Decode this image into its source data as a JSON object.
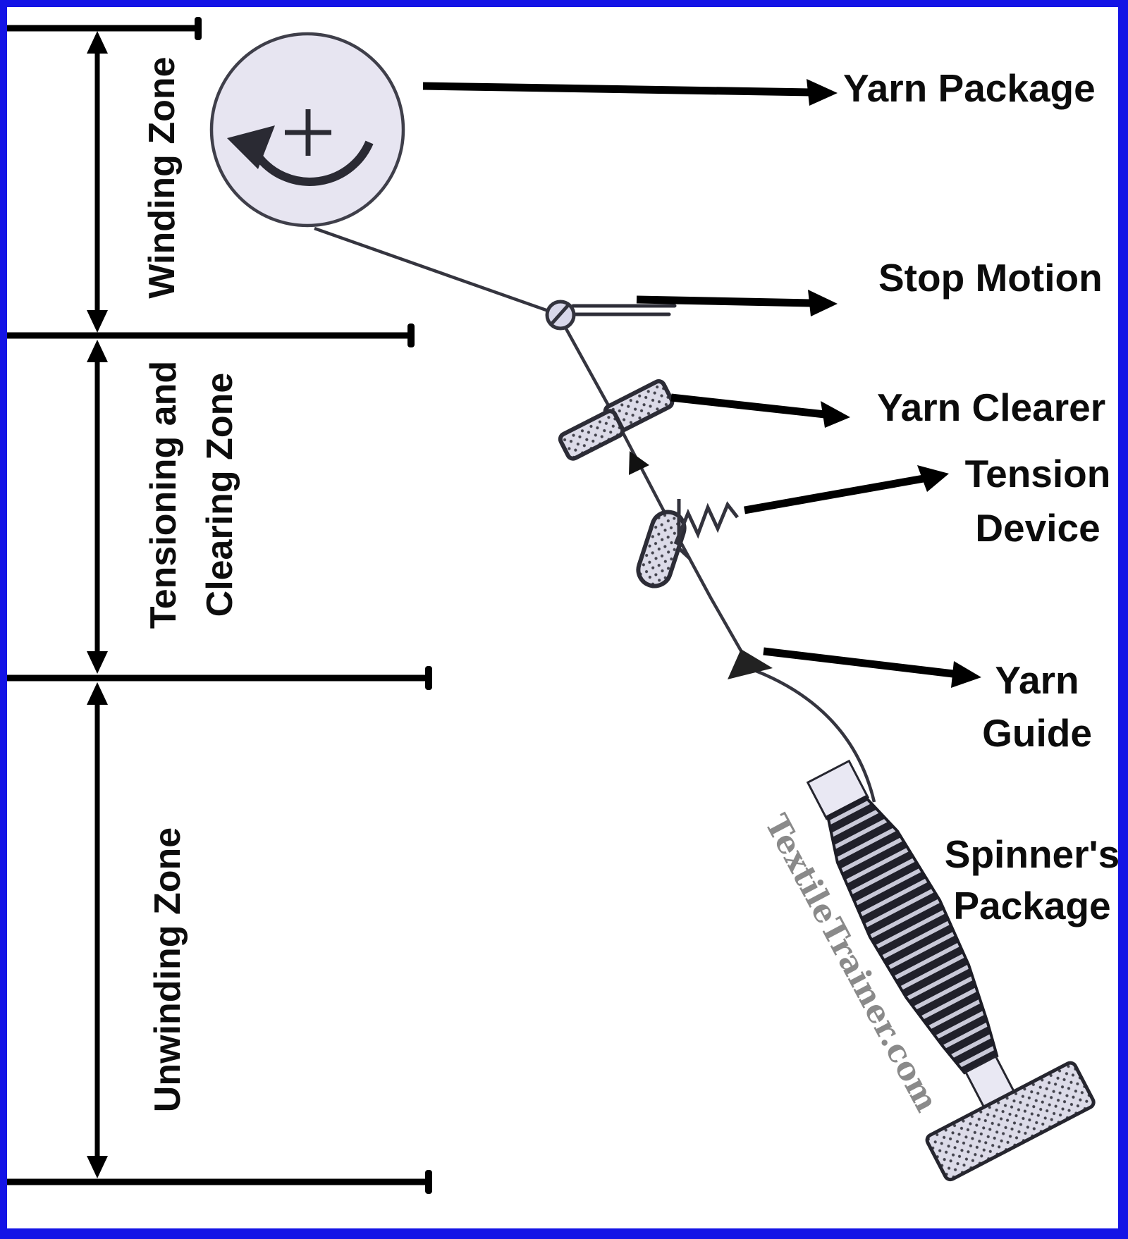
{
  "page": {
    "background": "#ffffff",
    "border_color": "#1414e6"
  },
  "zones": {
    "winding": {
      "label": "Winding Zone"
    },
    "tensioning": {
      "line1": "Tensioning and",
      "line2": "Clearing Zone"
    },
    "unwinding": {
      "label": "Unwinding Zone"
    }
  },
  "components": {
    "yarn_package": "Yarn Package",
    "stop_motion": "Stop Motion",
    "yarn_clearer": "Yarn Clearer",
    "tension_device": {
      "line1": "Tension",
      "line2": "Device"
    },
    "yarn_guide": {
      "line1": "Yarn",
      "line2": "Guide"
    },
    "spinners_package": {
      "line1": "Spinner's",
      "line2": "Package"
    }
  },
  "watermark": "TextileTrainer.com",
  "colors": {
    "ink": "#0c0c0c",
    "line_black": "#000000",
    "yarn": "#35353f",
    "package_fill": "#e7e5f1",
    "component_fill": "#dcdbe8",
    "bobbin_dark": "#20202a",
    "bobbin_light": "#c9c9d8",
    "watermark_gray": "#8a8a8a"
  }
}
